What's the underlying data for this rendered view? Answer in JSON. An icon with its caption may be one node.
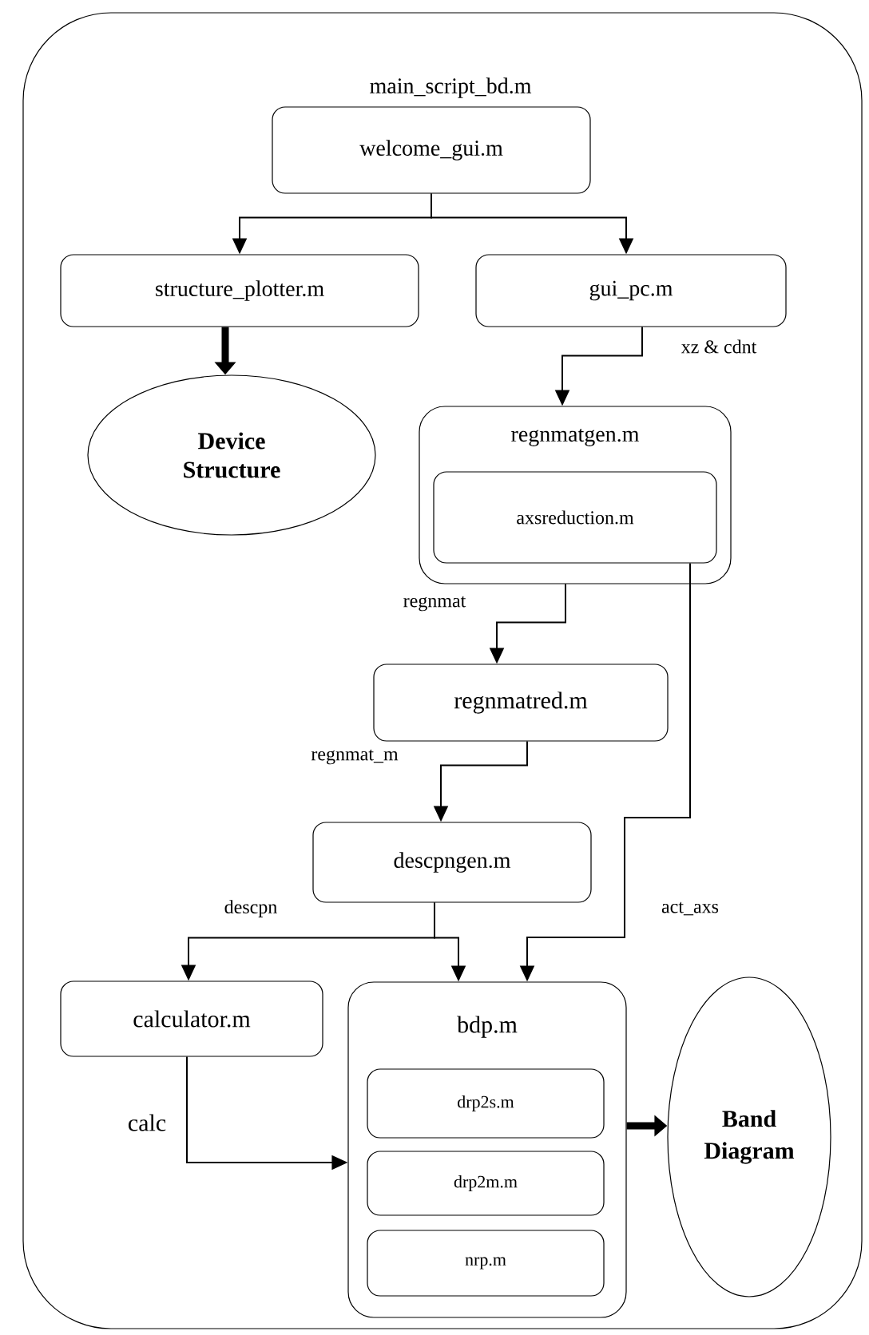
{
  "diagram": {
    "nodes": [
      {
        "text": [
          "main_script_bd.m"
        ]
      },
      {
        "text": [
          "welcome_gui.m"
        ],
        "in": 0
      },
      {
        "text": [
          "structure_plotter.m"
        ],
        "in": 0
      },
      {
        "text": [
          "gui_pc.m"
        ],
        "in": 0
      },
      {
        "text": [
          "Device Structure"
        ],
        "in": 0
      },
      {
        "text": [
          "regnmatgen.m"
        ],
        "in": 0
      },
      {
        "text": [
          "axsreduction.m"
        ],
        "in": 5
      },
      {
        "text": [
          "regnmatred.m"
        ],
        "in": 0
      },
      {
        "text": [
          "descpngen.m"
        ],
        "in": 0
      },
      {
        "text": [
          "calculator.m"
        ],
        "in": 0
      },
      {
        "text": [
          "bdp.m"
        ],
        "in": 0
      },
      {
        "text": [
          "drp2s.m"
        ],
        "in": 10
      },
      {
        "text": [
          "drp2m.m"
        ],
        "in": 10
      },
      {
        "text": [
          "nrp.m"
        ],
        "in": 10
      },
      {
        "text": [
          "Band Diagram"
        ],
        "in": 0
      }
    ],
    "edges": [
      {
        "from": 1,
        "to": 2,
        "arrow": "to"
      },
      {
        "from": 1,
        "to": 3,
        "arrow": "to"
      },
      {
        "from": 2,
        "to": 4,
        "arrow": "to",
        "style": "thick"
      },
      {
        "from": 3,
        "to": 5,
        "arrow": "to",
        "label": "xz & cdnt"
      },
      {
        "from": 5,
        "to": 7,
        "arrow": "to",
        "label": "regnmat"
      },
      {
        "from": 7,
        "to": 8,
        "arrow": "to",
        "label": "regnmat_m"
      },
      {
        "from": 8,
        "to": 9,
        "arrow": "to",
        "label": "descpn"
      },
      {
        "from": 8,
        "to": 10,
        "arrow": "to"
      },
      {
        "from": 6,
        "to": 10,
        "arrow": "to",
        "label": "act_axs"
      },
      {
        "from": 9,
        "to": 10,
        "arrow": "to",
        "label": "calc"
      },
      {
        "from": 10,
        "to": 14,
        "arrow": "to",
        "style": "thick"
      }
    ]
  }
}
